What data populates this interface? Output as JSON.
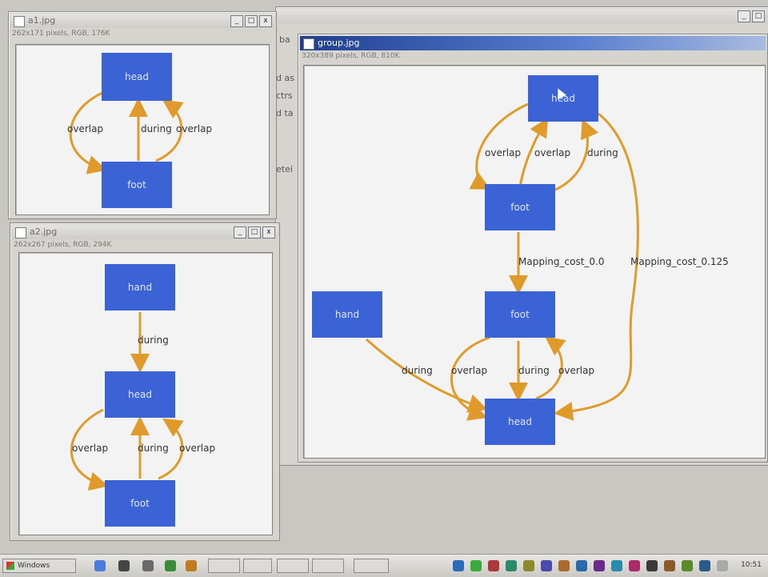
{
  "windows": {
    "w1": {
      "title": "a1.jpg",
      "info": "262x171 pixels, RGB, 176K",
      "nodes": {
        "head": "head",
        "foot": "foot"
      },
      "edges": [
        "overlap",
        "during",
        "overlap"
      ]
    },
    "w2": {
      "title": "a2.jpg",
      "info": "262x267 pixels, RGB, 294K",
      "nodes": {
        "hand": "hand",
        "head": "head",
        "foot": "foot"
      },
      "edges": [
        "during",
        "overlap",
        "during",
        "overlap"
      ]
    },
    "w3": {
      "title": "group.jpg",
      "info": "320x389 pixels, RGB, 810K",
      "nodes": {
        "head_top": "head",
        "foot1": "foot",
        "hand": "hand",
        "foot2": "foot",
        "head_bottom": "head"
      },
      "edges": [
        "overlap",
        "overlap",
        "during",
        "Mapping_cost_0.0",
        "Mapping_cost_0.125",
        "during",
        "overlap",
        "during",
        "overlap"
      ]
    },
    "behind": {
      "text": [
        "ba",
        "d as",
        "ctrs",
        "d ta",
        "etei"
      ]
    }
  },
  "window_buttons": {
    "minimize": "_",
    "maximize": "□",
    "close": "x"
  },
  "taskbar": {
    "start_label": "Windows",
    "clock": "10:51"
  },
  "colors": {
    "node": "#3c63d6",
    "edge": "#e09a2a",
    "titlebar_active": "#1f3f8f"
  },
  "icons": [
    "start-icon",
    "browser-icon",
    "folder-icon",
    "media-icon",
    "tray-icons"
  ]
}
